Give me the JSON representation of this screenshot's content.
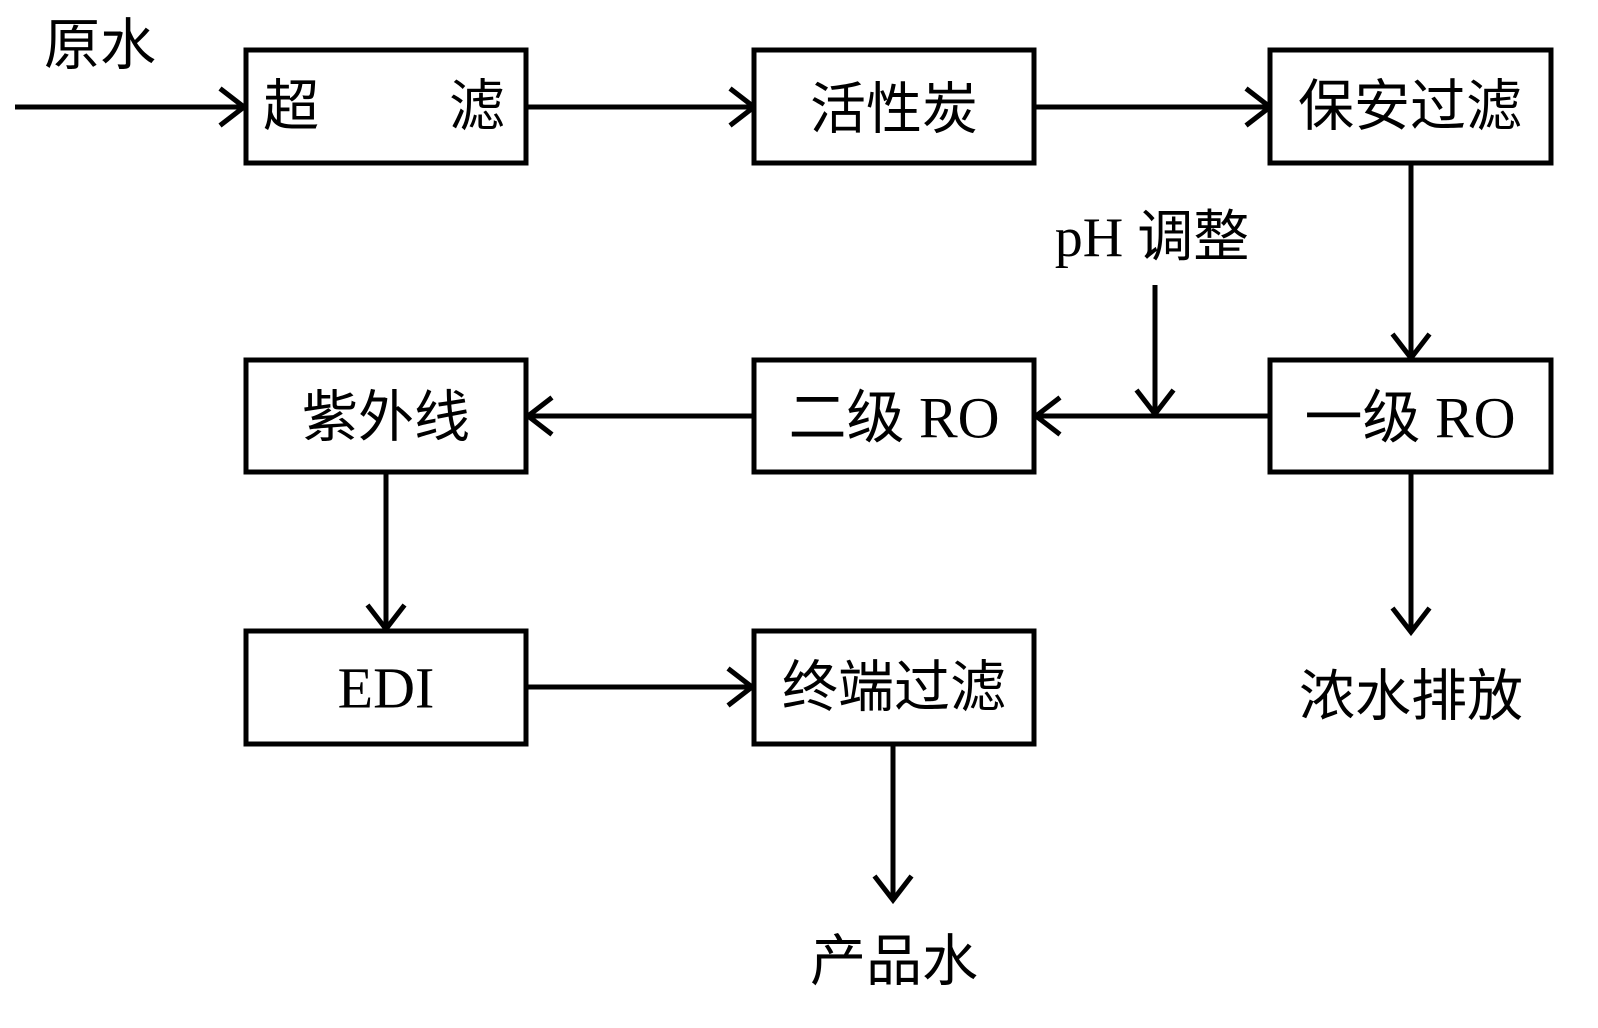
{
  "labels": {
    "raw_water": "原水",
    "ph_adjust": "pH 调整",
    "concentrate_discharge": "浓水排放",
    "product_water": "产品水"
  },
  "boxes": {
    "ultrafiltration": "超 滤",
    "activated_carbon": "活性炭",
    "security_filter": "保安过滤",
    "ro_stage1": "一级 RO",
    "ro_stage2": "二级 RO",
    "uv": "紫外线",
    "edi": "EDI",
    "terminal_filter": "终端过滤"
  }
}
